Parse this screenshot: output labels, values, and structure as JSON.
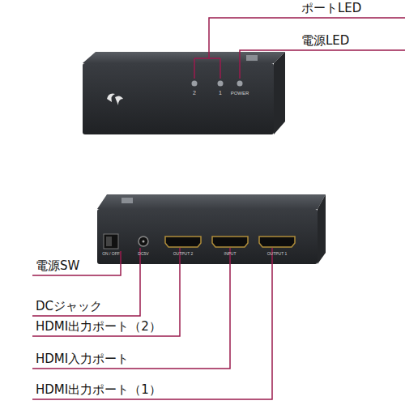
{
  "diagram": {
    "labels": [
      "ポートLED",
      "電源LED",
      "2",
      "1",
      "POWER",
      "電源SW",
      "DCジャック",
      "HDMI出力ポート（2）",
      "HDMI入力ポート",
      "HDMI出力ポート（1）",
      "ON / OFF",
      "DC5V",
      "OUTPUT 2",
      "INPUT",
      "OUTPUT 1"
    ]
  }
}
